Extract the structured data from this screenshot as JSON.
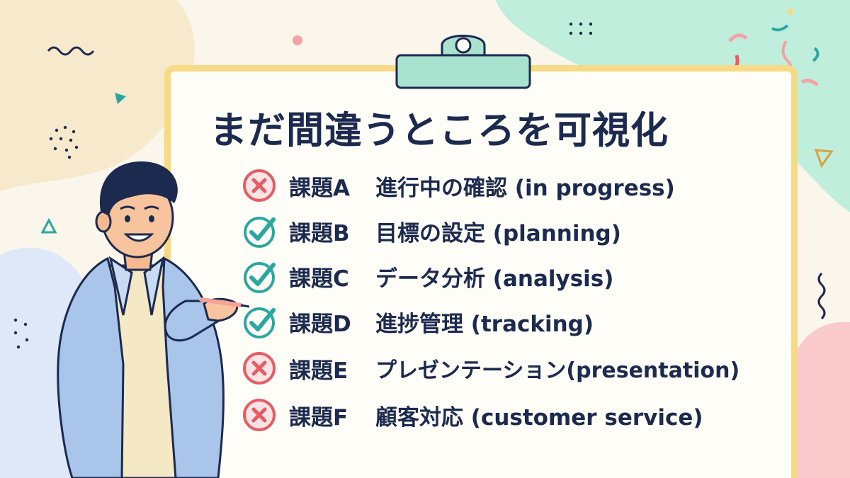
{
  "title": "まだ間違うところを可視化",
  "items": [
    {
      "label": "課題A",
      "desc": "進行中の確認 (in progress)",
      "status": "cross"
    },
    {
      "label": "課題B",
      "desc": "目標の設定 (planning)",
      "status": "check"
    },
    {
      "label": "課題C",
      "desc": "データ分析 (analysis)",
      "status": "check"
    },
    {
      "label": "課題D",
      "desc": "進捗管理 (tracking)",
      "status": "check"
    },
    {
      "label": "課題E",
      "desc": "プレゼンテーション(presentation)",
      "status": "cross"
    },
    {
      "label": "課題F",
      "desc": "顧客対応 (customer service)",
      "status": "cross"
    }
  ],
  "colors": {
    "text": "#1b2a4e",
    "cross": "#e45d65",
    "check": "#2aa7a0",
    "board_border": "#f6da86",
    "clip": "#a9e3cf"
  },
  "icons": {
    "cross": "cross-circle-icon",
    "check": "check-circle-icon"
  }
}
